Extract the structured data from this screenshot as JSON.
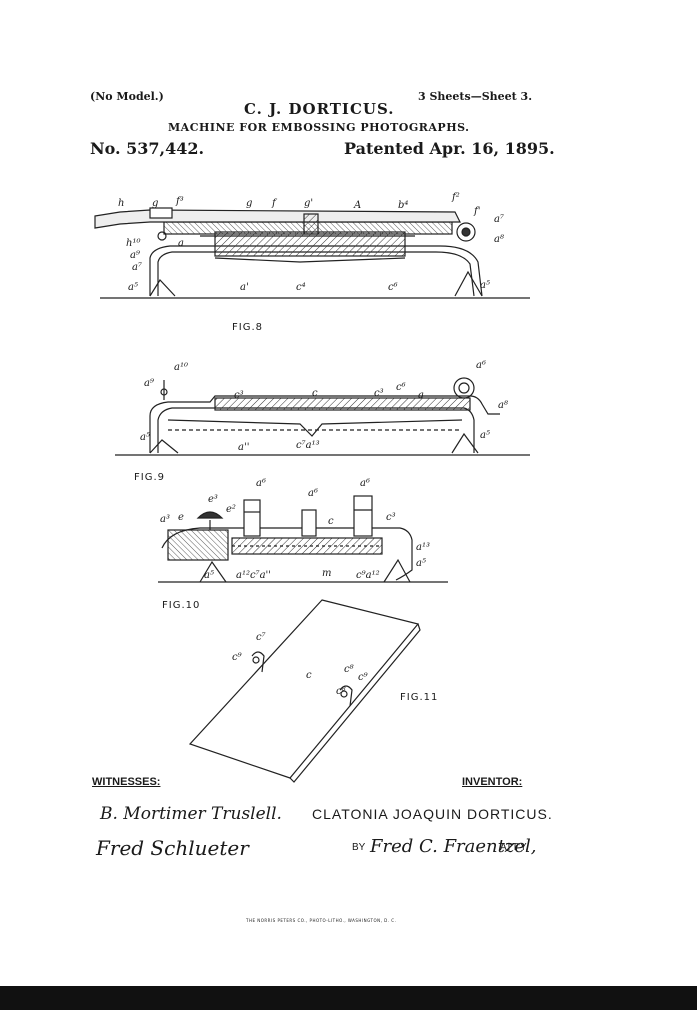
{
  "header": {
    "model": "(No Model.)",
    "sheets": "3 Sheets—Sheet 3.",
    "inventor_short": "C. J. DORTICUS.",
    "title": "MACHINE FOR EMBOSSING PHOTOGRAPHS.",
    "patent_number": "No. 537,442.",
    "patent_date": "Patented Apr. 16, 1895."
  },
  "figures": {
    "fig8": "FIG.8",
    "fig9": "FIG.9",
    "fig10": "FIG.10",
    "fig11": "FIG.11"
  },
  "footer": {
    "witnesses_label": "WITNESSES:",
    "inventor_label": "INVENTOR:",
    "inventor_full": "CLATONIA JOAQUIN DORTICUS.",
    "by": "BY",
    "atty": "ATT'Y.",
    "printer": "THE NORRIS PETERS CO., PHOTO-LITHO., WASHINGTON, D. C."
  },
  "signatures": {
    "witness1": "B. Mortimer Truslell.",
    "witness2": "Fred Schlueter",
    "attorney": "Fred C. Fraentzel,"
  }
}
